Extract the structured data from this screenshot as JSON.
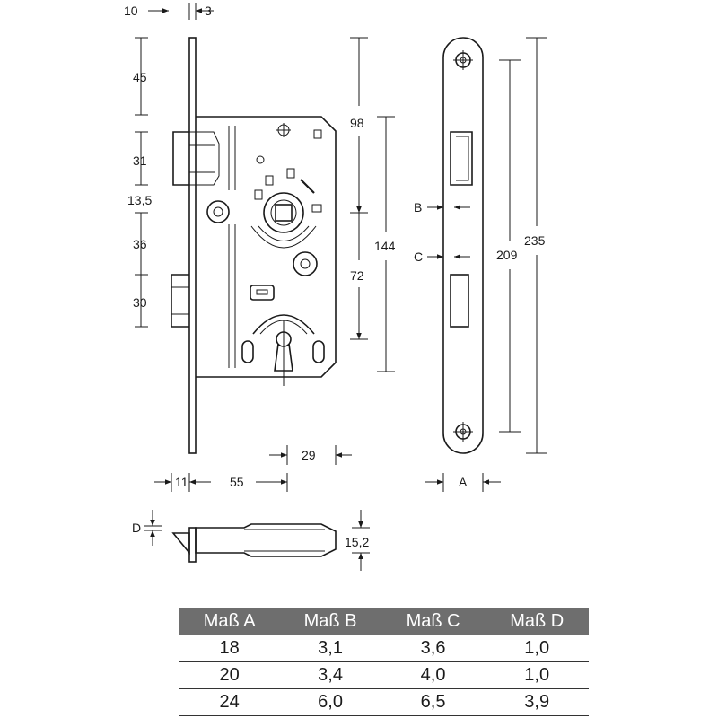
{
  "front_view": {
    "top_dims": [
      "10",
      "3"
    ],
    "left_dims": [
      "45",
      "31",
      "13,5",
      "36",
      "30"
    ],
    "right_dims": [
      "98",
      "72",
      "144"
    ],
    "bottom_dims": [
      "29",
      "11",
      "55"
    ]
  },
  "faceplate_view": {
    "labels": [
      "B",
      "C",
      "A"
    ],
    "dims": [
      "209",
      "235"
    ]
  },
  "bottom_view": {
    "labels": [
      "D",
      "15,2"
    ]
  },
  "table": {
    "headers": [
      "Maß A",
      "Maß B",
      "Maß C",
      "Maß D"
    ],
    "rows": [
      [
        "18",
        "3,1",
        "3,6",
        "1,0"
      ],
      [
        "20",
        "3,4",
        "4,0",
        "1,0"
      ],
      [
        "24",
        "6,0",
        "6,5",
        "3,9"
      ]
    ]
  }
}
